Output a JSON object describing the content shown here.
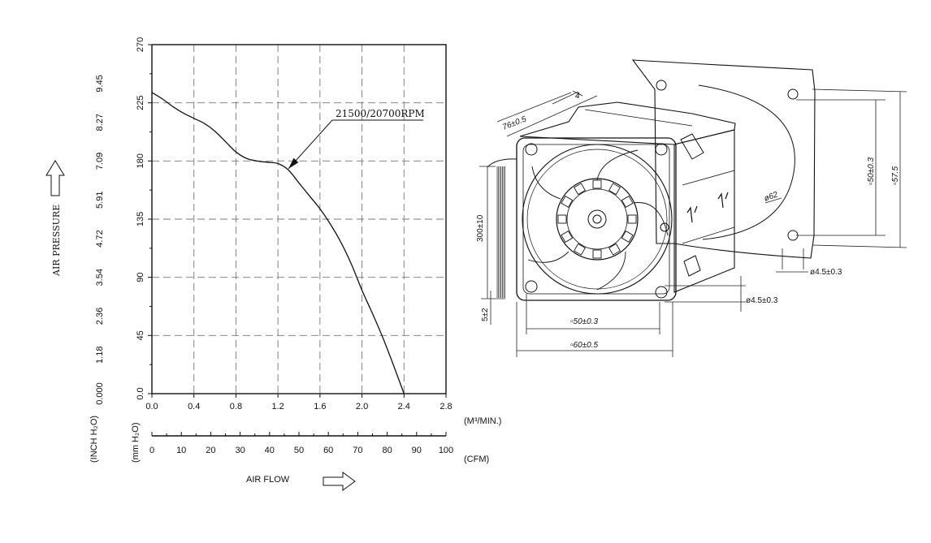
{
  "chart_data": {
    "type": "line",
    "title": "",
    "ylabel": "AIR PRESSURE",
    "xlabel": "AIR FLOW",
    "x_unit": "(M³/MIN.)",
    "cfm_unit": "(CFM)",
    "y_unit_mm": "(mm H₂O)",
    "y_unit_inch": "(INCH H₂O)",
    "xlim": [
      0,
      2.8
    ],
    "ylim": [
      0,
      270
    ],
    "grid": true,
    "x_ticks": [
      "0.0",
      "0.4",
      "0.8",
      "1.2",
      "1.6",
      "2.0",
      "2.4",
      "2.8"
    ],
    "y_ticks": [
      "0.0",
      "45",
      "90",
      "135",
      "180",
      "225",
      "270"
    ],
    "cfm_ticks": [
      "0",
      "10",
      "20",
      "30",
      "40",
      "50",
      "60",
      "70",
      "80",
      "90",
      "100"
    ],
    "inch_ticks": [
      "0.000",
      "1.18",
      "2.36",
      "3.54",
      "4.72",
      "5.91",
      "7.09",
      "8.27",
      "9.45"
    ],
    "series": [
      {
        "name": "21500/20700RPM",
        "x": [
          0.0,
          0.1,
          0.2,
          0.3,
          0.4,
          0.5,
          0.6,
          0.7,
          0.8,
          0.9,
          1.0,
          1.1,
          1.2,
          1.3,
          1.4,
          1.5,
          1.6,
          1.7,
          1.8,
          1.9,
          2.0,
          2.1,
          2.2,
          2.3,
          2.4
        ],
        "y": [
          233,
          228,
          222,
          217,
          213,
          209,
          203,
          195,
          187,
          182,
          180,
          179,
          178,
          173,
          163,
          153,
          143,
          131,
          117,
          100,
          80,
          62,
          43,
          22,
          0
        ]
      }
    ],
    "annotations": [
      {
        "text": "21500/20700RPM",
        "points_to": {
          "x": 1.3,
          "y": 174
        }
      }
    ]
  },
  "drawing": {
    "dimensions": [
      "76±0.5",
      "4",
      "300±10",
      "5±2",
      "▫50±0.3",
      "▫60±0.5",
      "▫57.5",
      "ø62",
      "ø4.5±0.3"
    ]
  }
}
